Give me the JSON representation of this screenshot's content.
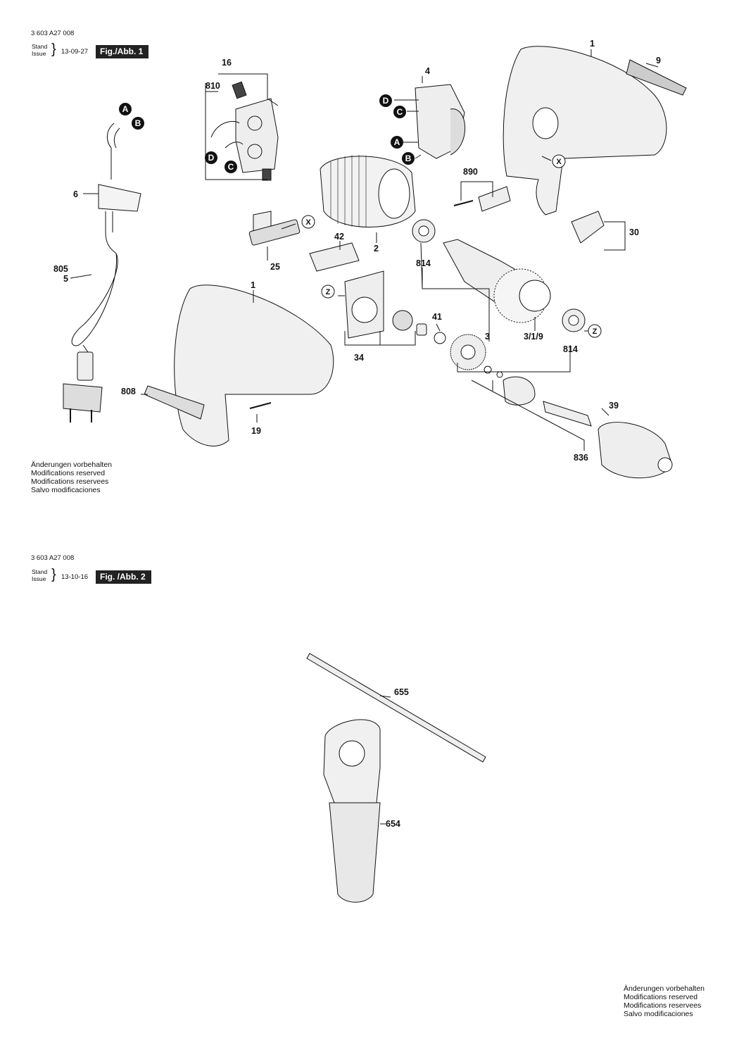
{
  "fig1": {
    "doc_number": "3 603 A27 008",
    "stand": "Stand",
    "issue": "Issue",
    "date": "13-09-27",
    "fig_label": "Fig./Abb. 1",
    "notes": [
      "Änderungen vorbehalten",
      "Modifications reserved",
      "Modifications reservees",
      "Salvo modificaciones"
    ],
    "labels": [
      "16",
      "810",
      "4",
      "1",
      "9",
      "A",
      "B",
      "6",
      "D",
      "C",
      "D",
      "C",
      "A",
      "B",
      "890",
      "X",
      "805",
      "5",
      "X",
      "42",
      "2",
      "25",
      "814",
      "30",
      "1",
      "Z",
      "41",
      "3",
      "3/1/9",
      "814",
      "Z",
      "34",
      "808",
      "19",
      "39",
      "836"
    ]
  },
  "fig2": {
    "doc_number": "3 603 A27 008",
    "stand": "Stand",
    "issue": "Issue",
    "date": "13-10-16",
    "fig_label": "Fig. /Abb. 2",
    "labels": [
      "655",
      "654"
    ],
    "notes": [
      "Änderungen vorbehalten",
      "Modifications reserved",
      "Modifications reservees",
      "Salvo modificaciones"
    ]
  }
}
